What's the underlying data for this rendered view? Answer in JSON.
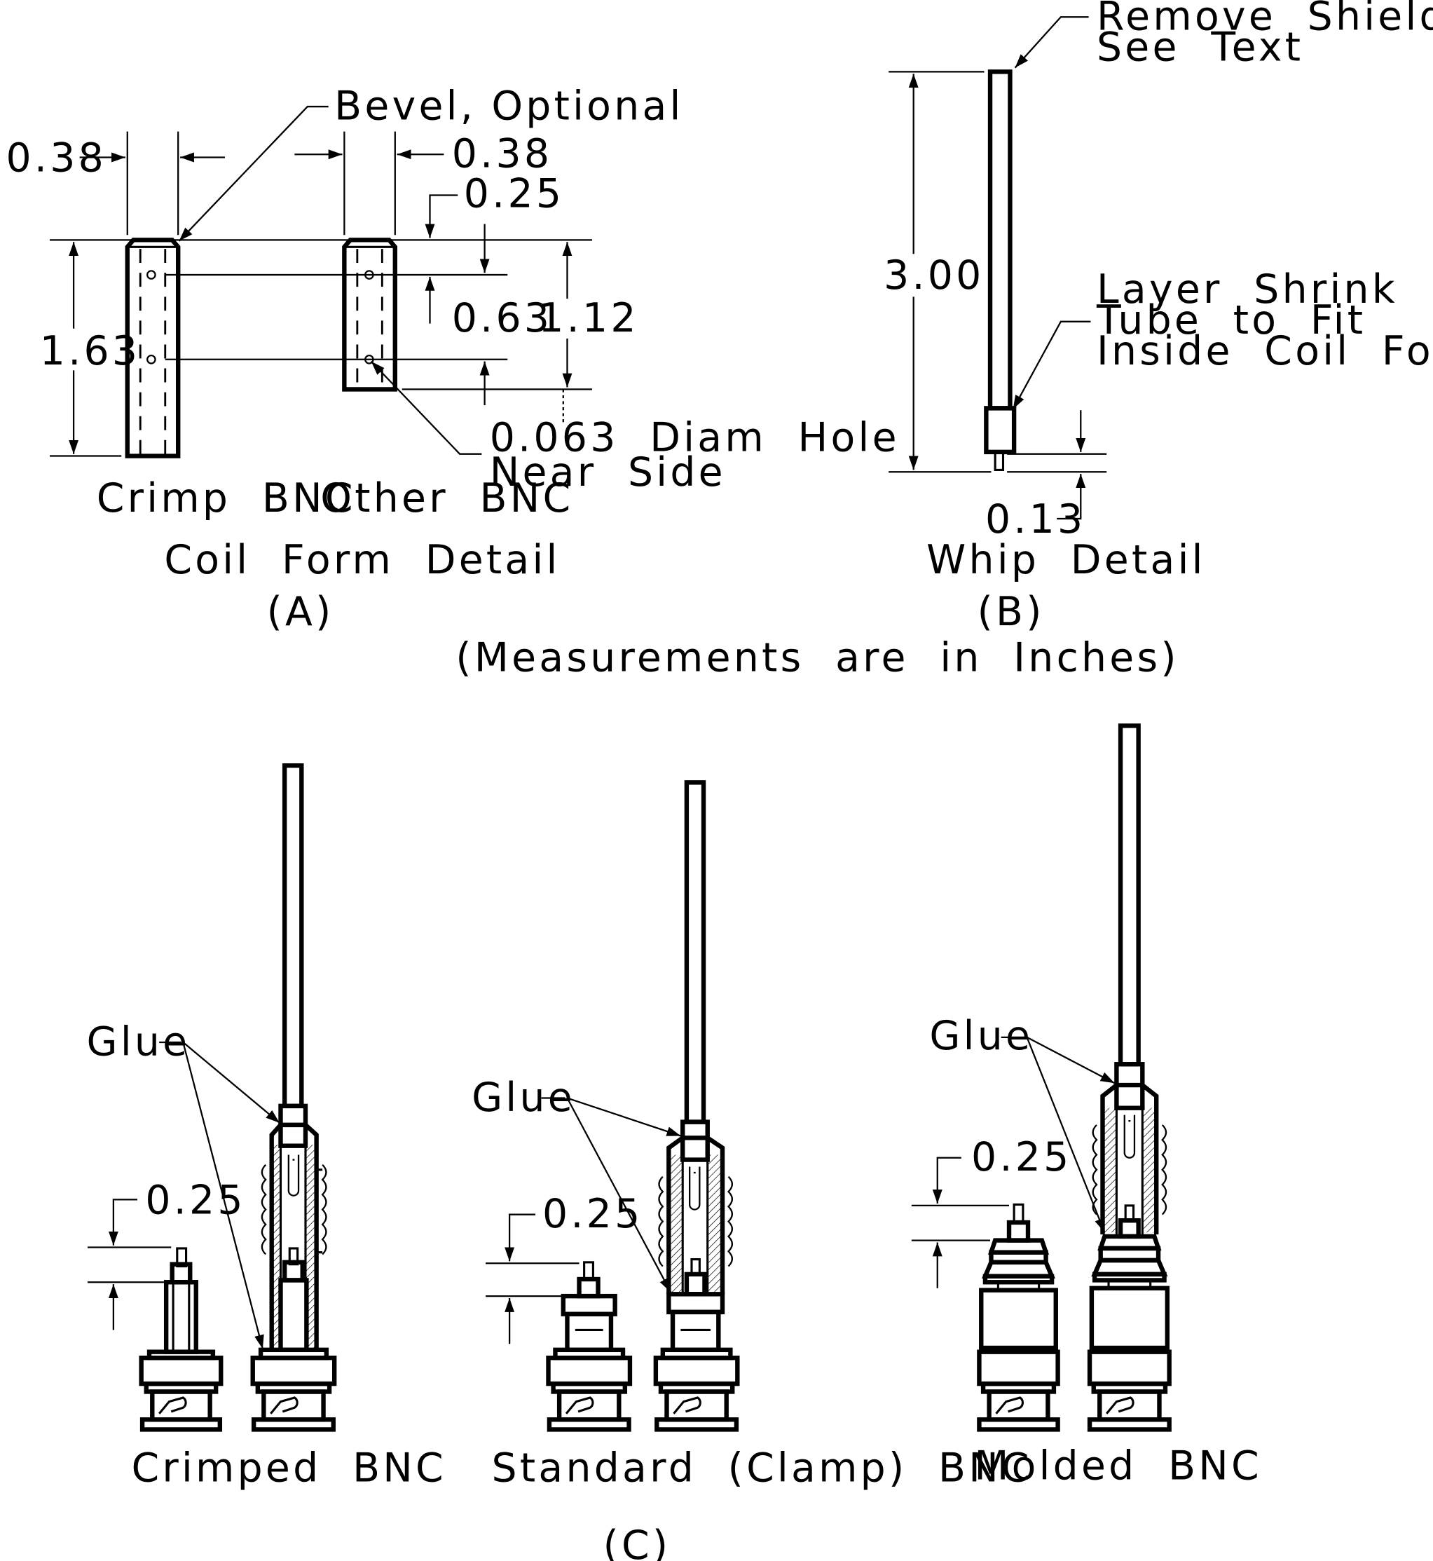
{
  "figure_a": {
    "dim_left_width": "0.38",
    "dim_right_width": "0.38",
    "dim_top_offset": "0.25",
    "dim_hole_spacing": "0.63",
    "dim_short_length": "1.12",
    "dim_long_length": "1.63",
    "bevel_note": "Bevel, Optional",
    "hole_note_line1": "0.063  Diam  Hole",
    "hole_note_line2": "Near  Side",
    "crimp_label": "Crimp  BNC",
    "other_label": "Other  BNC",
    "title": "Coil  Form  Detail",
    "panel_label": "(A)"
  },
  "figure_b": {
    "braid_note_line1": "Remove  Shield  Braid;",
    "braid_note_line2": "See  Text",
    "dim_length": "3.00",
    "shrink_note_line1": "Layer  Shrink",
    "shrink_note_line2": "Tube  to  Fit",
    "shrink_note_line3": "Inside  Coil  Form",
    "dim_tip": "0.13",
    "title": "Whip  Detail",
    "panel_label": "(B)"
  },
  "units_note": "(Measurements  are  in  Inches)",
  "figure_c": {
    "crimped": {
      "glue": "Glue",
      "dim": "0.25",
      "label": "Crimped  BNC"
    },
    "standard": {
      "glue": "Glue",
      "dim": "0.25",
      "label": "Standard  (Clamp)  BNC"
    },
    "molded": {
      "glue": "Glue",
      "dim": "0.25",
      "label": "Molded  BNC"
    },
    "panel_label": "(C)"
  }
}
